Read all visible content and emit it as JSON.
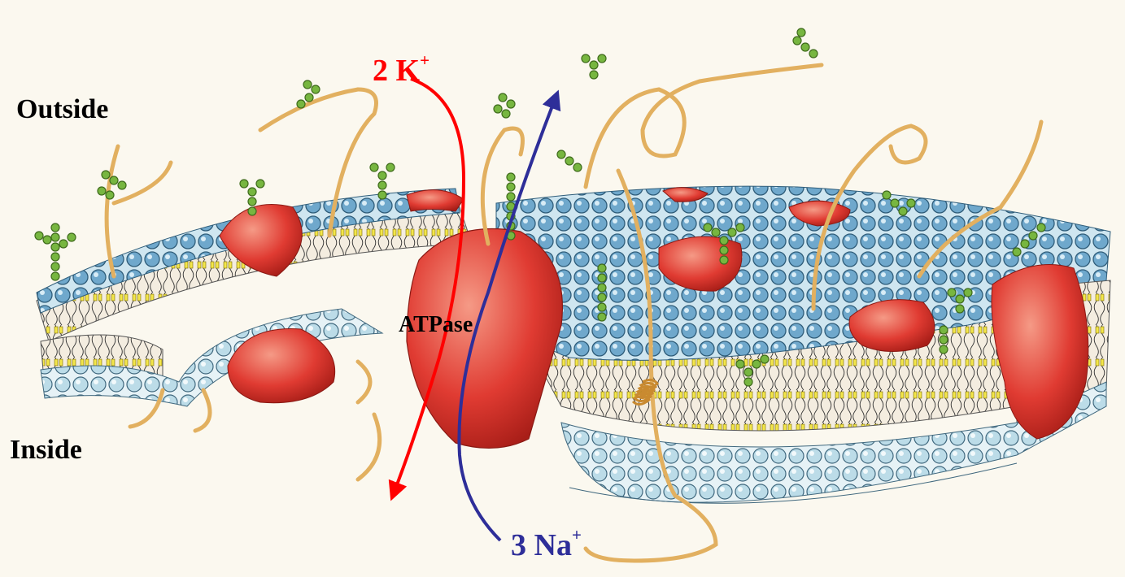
{
  "labels": {
    "outside": "Outside",
    "inside": "Inside",
    "atpase": "ATPase",
    "potassium": {
      "text": "2 K",
      "charge": "+",
      "color": "#ff0000"
    },
    "sodium": {
      "text": "3 Na",
      "charge": "+",
      "color": "#2e2e99"
    }
  },
  "colors": {
    "background": "#fbf8ef",
    "phospholipid_head_outer": "#6fa8cc",
    "phospholipid_head_inner": "#b9dbe8",
    "protein": "#e03b32",
    "carbohydrate": "#77b640",
    "tail_fiber": "#e2b060",
    "potassium_arrow": "#ff0000",
    "sodium_arrow": "#2e2e99"
  }
}
